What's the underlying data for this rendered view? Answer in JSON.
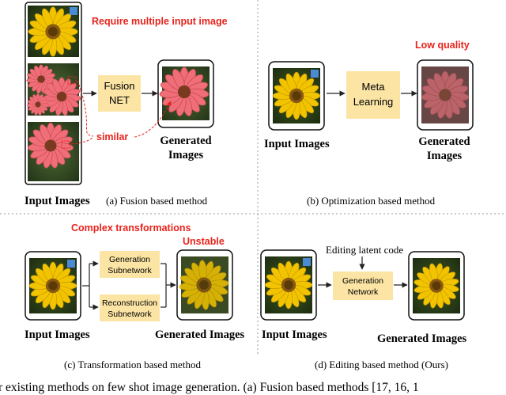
{
  "panel_a": {
    "caption": "(a) Fusion based method",
    "note": "Require multiple input image",
    "similar": "similar",
    "module": [
      "Fusion",
      "NET"
    ],
    "input_label": "Input Images",
    "output_label": [
      "Generated",
      "Images"
    ]
  },
  "panel_b": {
    "caption": "(b) Optimization based method",
    "note": "Low quality",
    "module": [
      "Meta",
      "Learning"
    ],
    "input_label": "Input Images",
    "output_label": [
      "Generated",
      "Images"
    ]
  },
  "panel_c": {
    "caption": "(c) Transformation based method",
    "note": "Complex transformations",
    "note2": "Unstable",
    "module_top": [
      "Generation",
      "Subnetwork"
    ],
    "module_bottom": [
      "Reconstruction",
      "Subnetwork"
    ],
    "input_label": "Input Images",
    "output_label": "Generated Images"
  },
  "panel_d": {
    "caption": "(d) Editing based method (Ours)",
    "note": "Editing latent code",
    "module": [
      "Generation",
      "Network"
    ],
    "input_label": "Input Images",
    "output_label": "Generated Images"
  },
  "footer": "r existing methods on few shot image generation. (a) Fusion based methods [17, 16, 1",
  "colors": {
    "module_fill": "#fbe4a4",
    "accent_red": "#e8231c",
    "flower_yellow": "#f2c400",
    "flower_pink": "#f06e78",
    "divider": "#9a9a9a"
  }
}
